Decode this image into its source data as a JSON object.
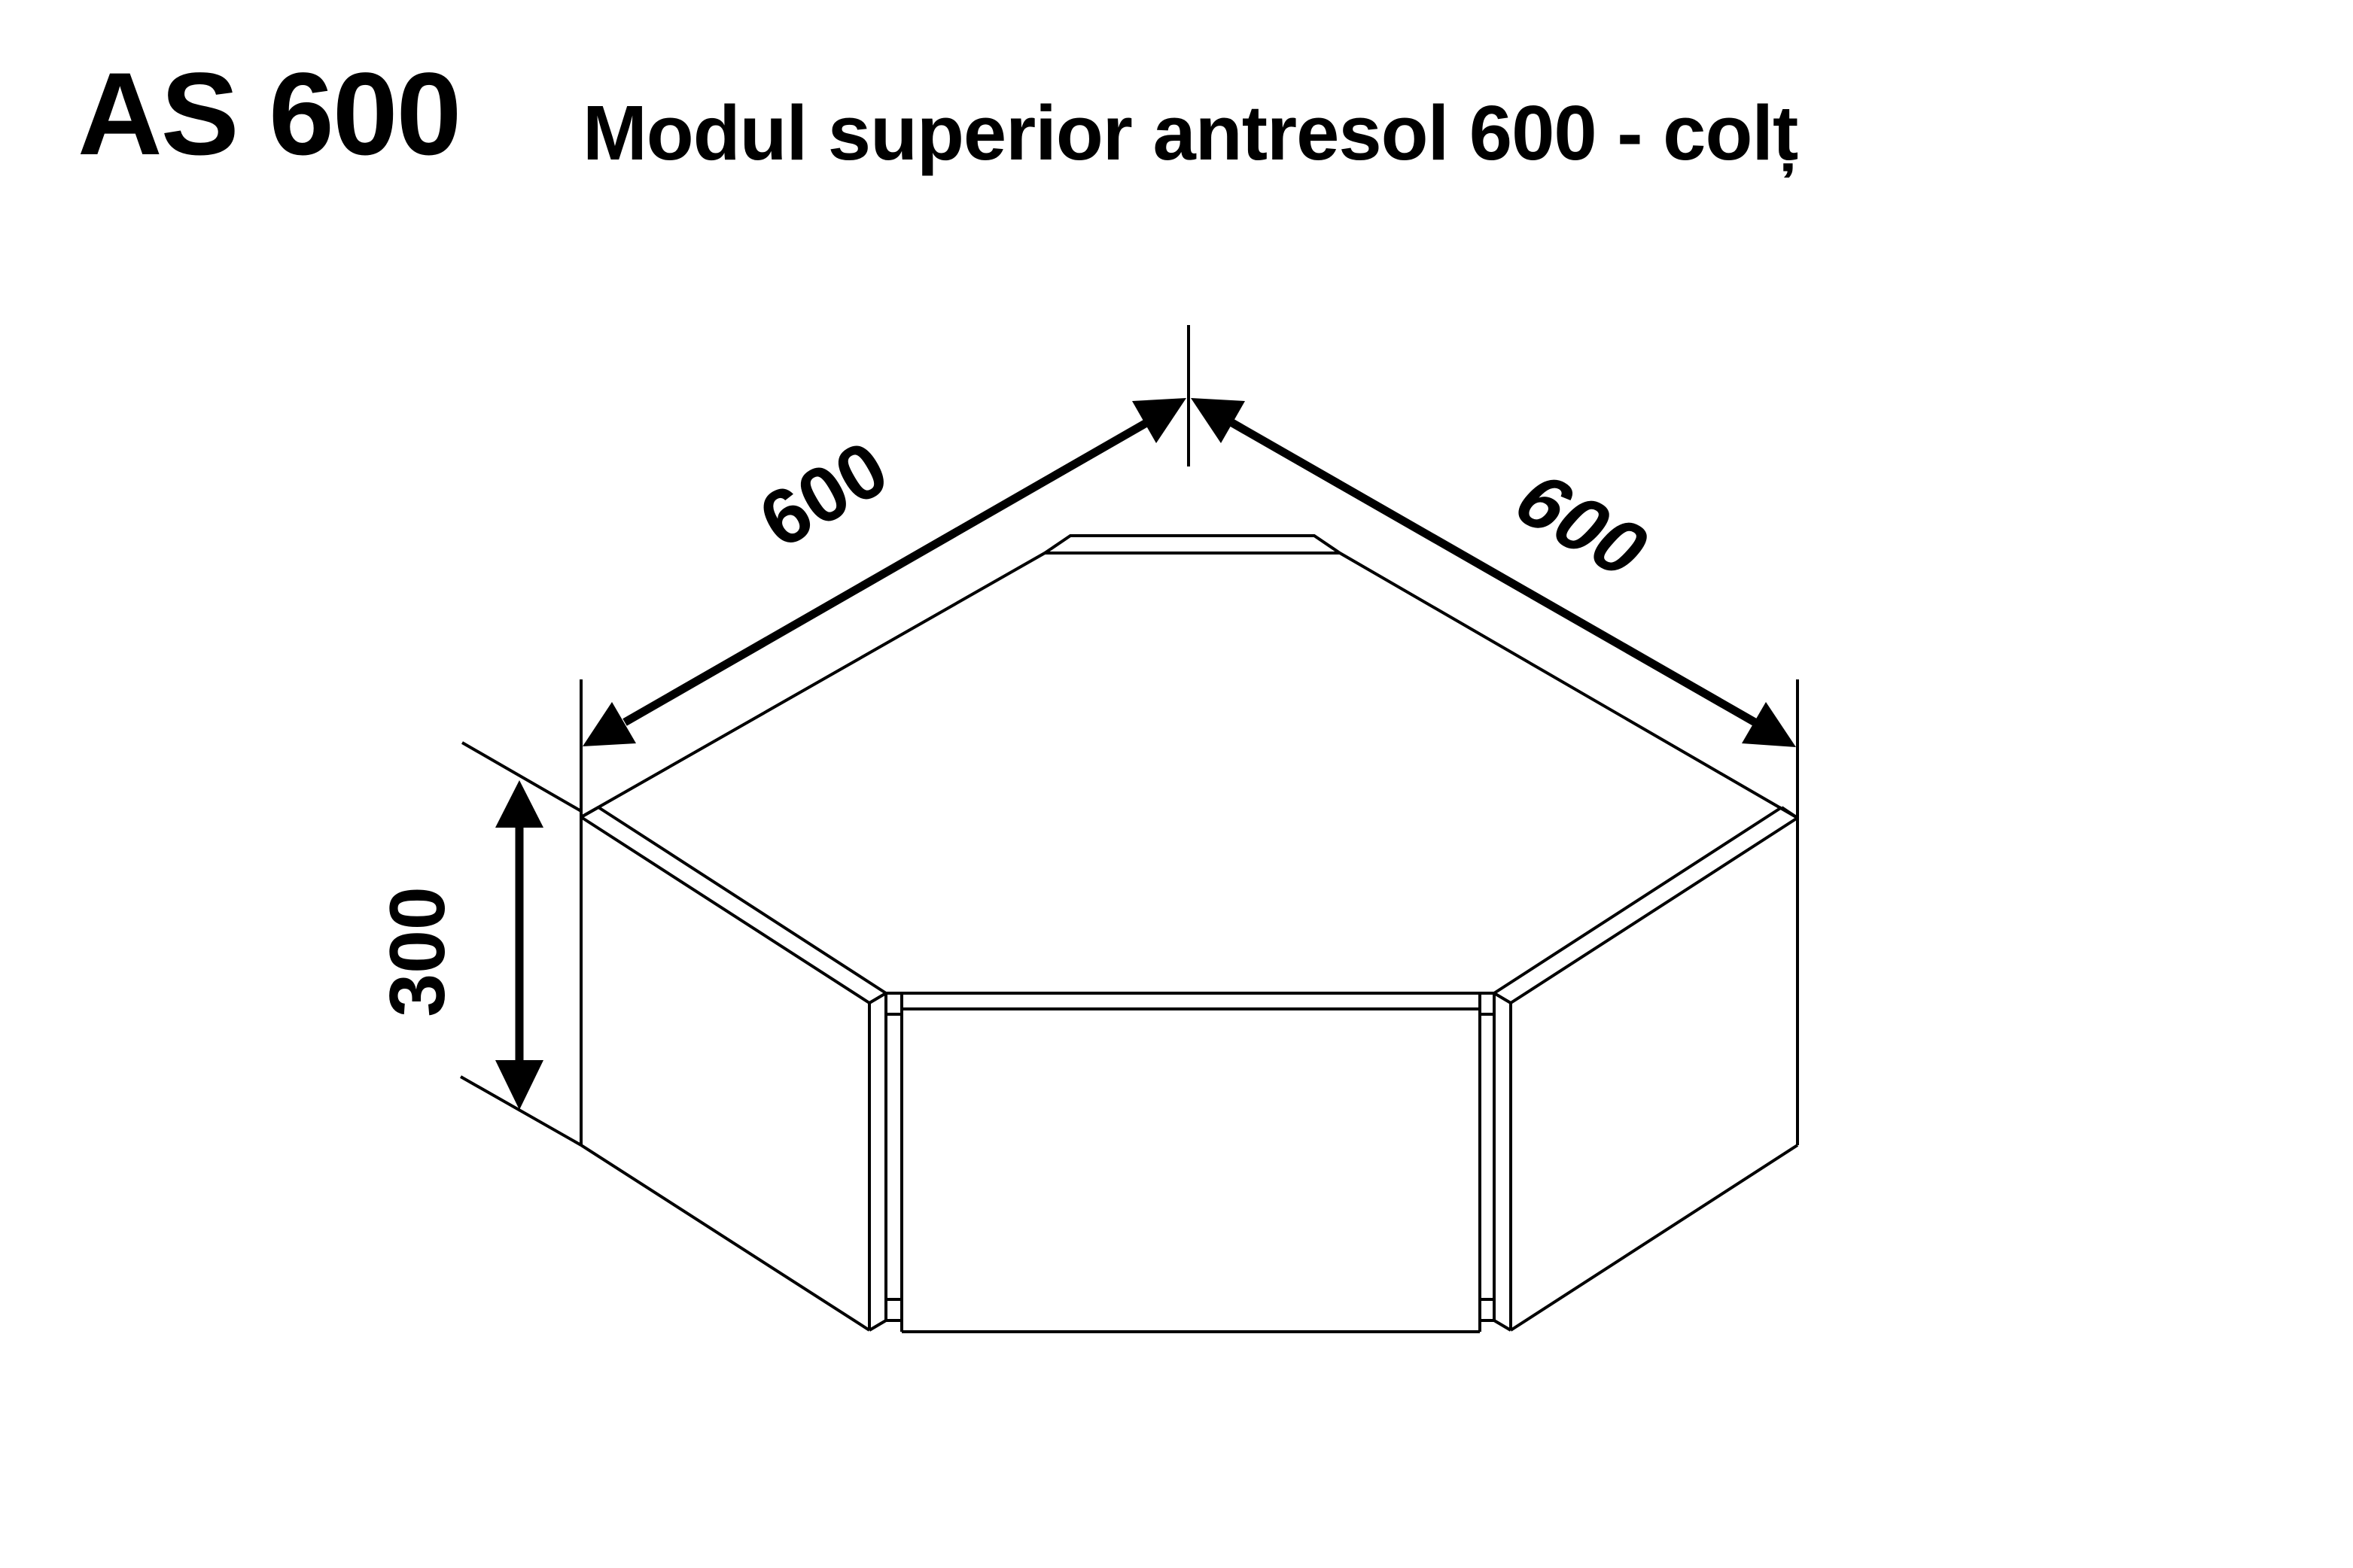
{
  "header": {
    "code": "AS 600",
    "title": "Modul superior antresol 600 - colț"
  },
  "drawing": {
    "type": "isometric corner upper cabinet",
    "line_color": "#000000",
    "background": "#ffffff",
    "dimensions": {
      "left_width": {
        "label": "600"
      },
      "right_width": {
        "label": "600"
      },
      "height": {
        "label": "300"
      }
    }
  }
}
